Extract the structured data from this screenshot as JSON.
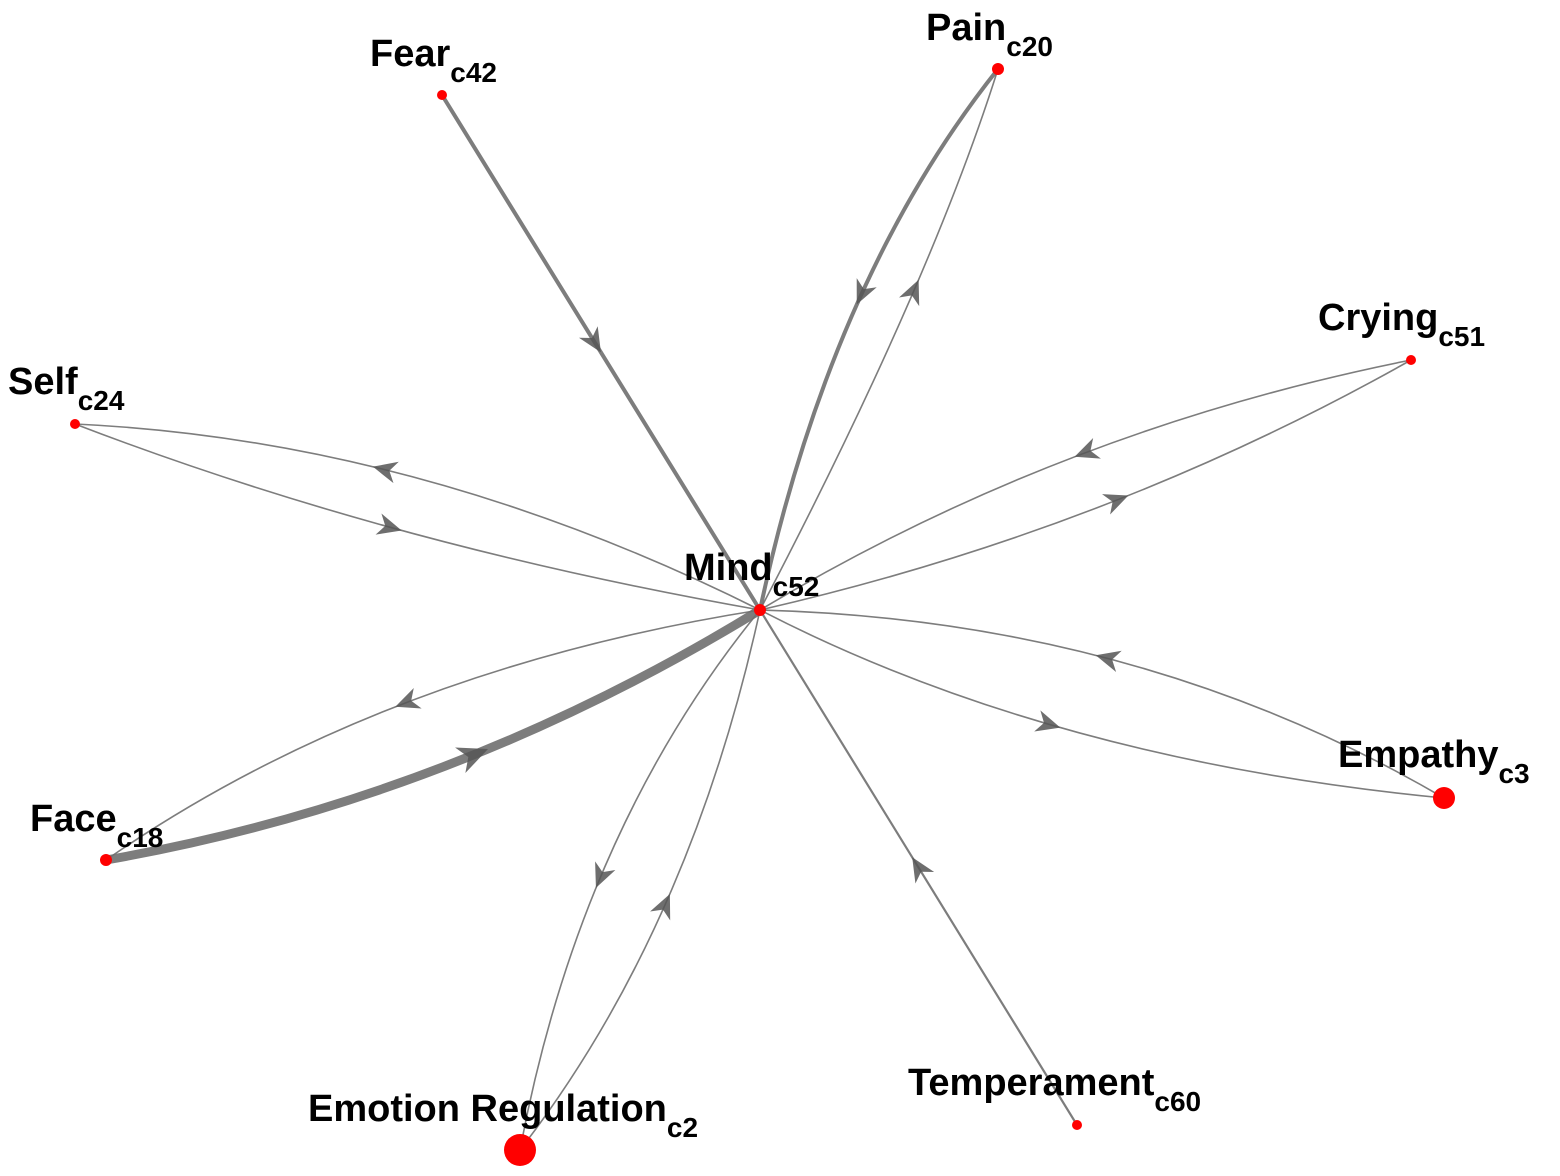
{
  "diagram": {
    "colors": {
      "node": "#ff0000",
      "edge": "#6f6f6f",
      "label": "#000000",
      "background": "#ffffff"
    },
    "nodes": [
      {
        "id": "mind",
        "name": "Mind",
        "code": "c52"
      },
      {
        "id": "pain",
        "name": "Pain",
        "code": "c20"
      },
      {
        "id": "fear",
        "name": "Fear",
        "code": "c42"
      },
      {
        "id": "crying",
        "name": "Crying",
        "code": "c51"
      },
      {
        "id": "self",
        "name": "Self",
        "code": "c24"
      },
      {
        "id": "empathy",
        "name": "Empathy",
        "code": "c3"
      },
      {
        "id": "face",
        "name": "Face",
        "code": "c18"
      },
      {
        "id": "emotion-regulation",
        "name": "Emotion Regulation",
        "code": "c2"
      },
      {
        "id": "temperament",
        "name": "Temperament",
        "code": "c60"
      }
    ],
    "edges": [
      {
        "source": "fear",
        "target": "mind"
      },
      {
        "source": "pain",
        "target": "mind"
      },
      {
        "source": "mind",
        "target": "pain"
      },
      {
        "source": "crying",
        "target": "mind"
      },
      {
        "source": "mind",
        "target": "crying"
      },
      {
        "source": "mind",
        "target": "self"
      },
      {
        "source": "self",
        "target": "mind"
      },
      {
        "source": "empathy",
        "target": "mind"
      },
      {
        "source": "mind",
        "target": "empathy"
      },
      {
        "source": "mind",
        "target": "face"
      },
      {
        "source": "face",
        "target": "mind"
      },
      {
        "source": "mind",
        "target": "emotion-regulation"
      },
      {
        "source": "emotion-regulation",
        "target": "mind"
      },
      {
        "source": "temperament",
        "target": "mind"
      }
    ]
  }
}
